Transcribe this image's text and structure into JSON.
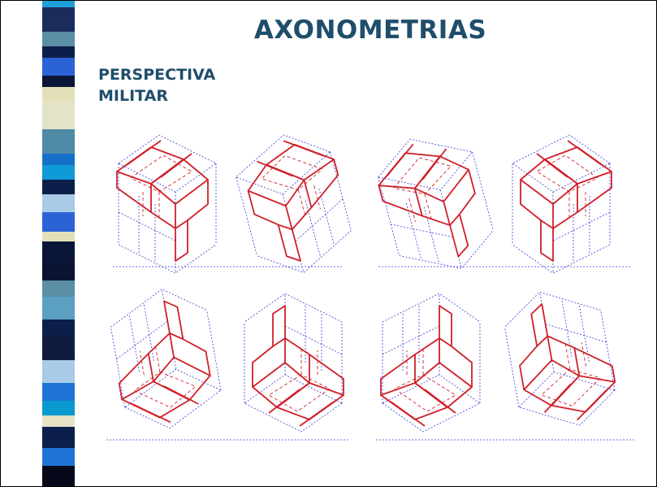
{
  "title": "AXONOMETRIAS",
  "subtitle_line1": "PERSPECTIVA",
  "subtitle_line2": "MILITAR",
  "colors": {
    "title": "#1f4e6b",
    "solid_edges": "#d0202a",
    "construction_lines": "#3a3ad8"
  }
}
